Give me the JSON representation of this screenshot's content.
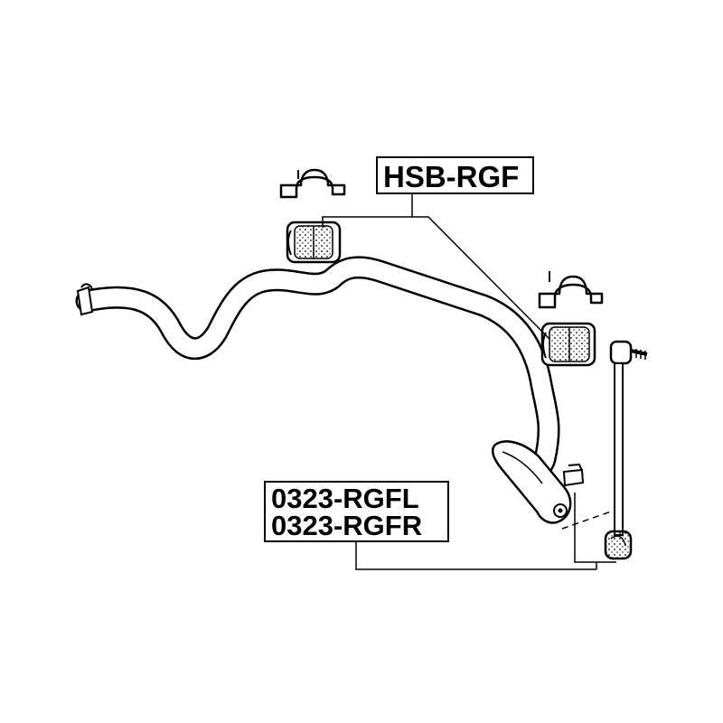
{
  "diagram": {
    "labels": {
      "bushing_part_number": "HSB-RGF",
      "link_part_number_left": "0323-RGFL",
      "link_part_number_right": "0323-RGFR"
    },
    "colors": {
      "line": "#000000",
      "background": "#ffffff"
    }
  }
}
